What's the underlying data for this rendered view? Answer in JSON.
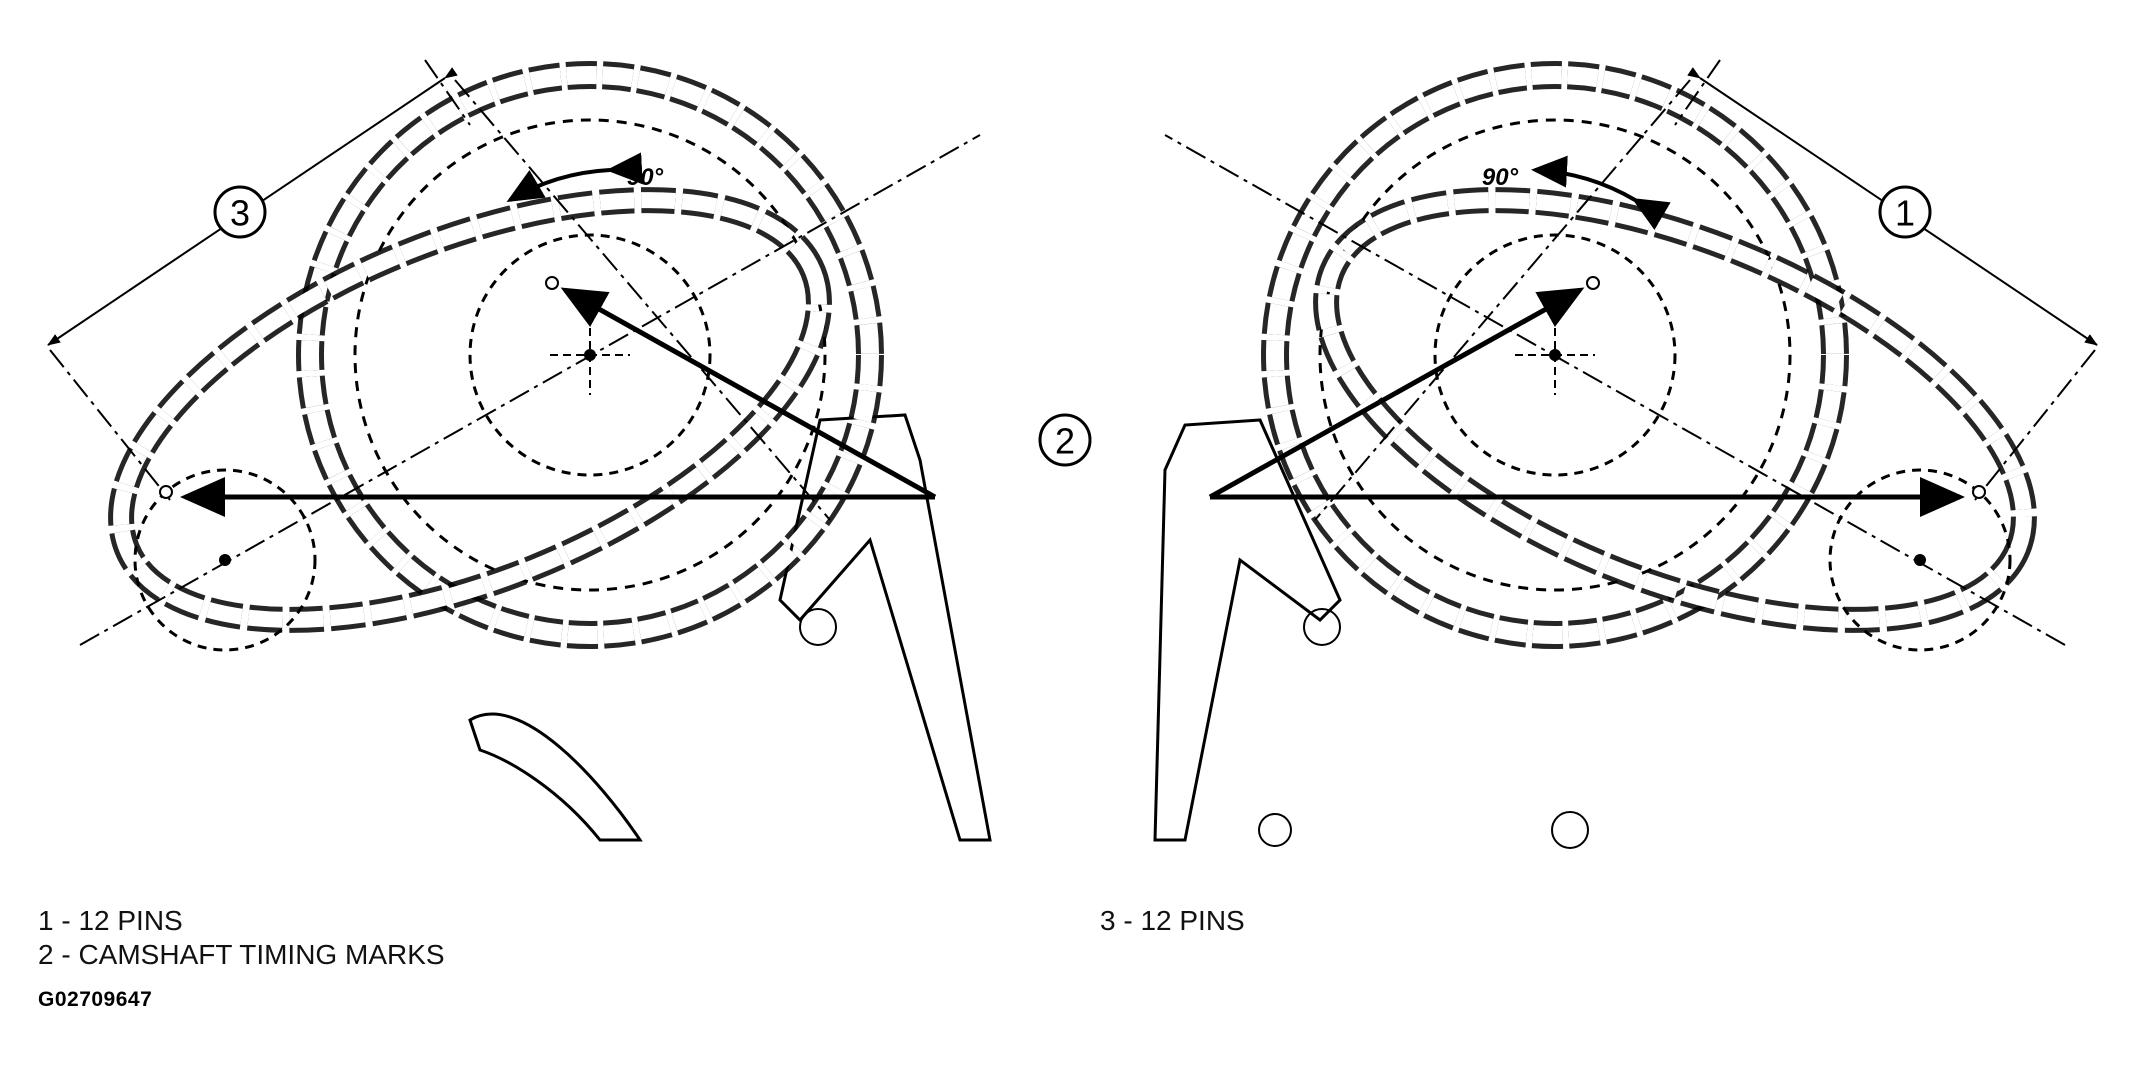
{
  "diagram": {
    "callouts": [
      "3",
      "2",
      "1"
    ],
    "angle_labels": [
      "90°",
      "90°"
    ],
    "icons": [
      "sprocket-icon",
      "timing-chain-icon",
      "timing-arrow-icon",
      "centerline-icon",
      "chain-guide-icon"
    ]
  },
  "legend": {
    "left_items": [
      "1 - 12 PINS",
      "2 - CAMSHAFT TIMING MARKS"
    ],
    "right_items": [
      "3 - 12 PINS"
    ]
  },
  "figure_id": "G02709647"
}
